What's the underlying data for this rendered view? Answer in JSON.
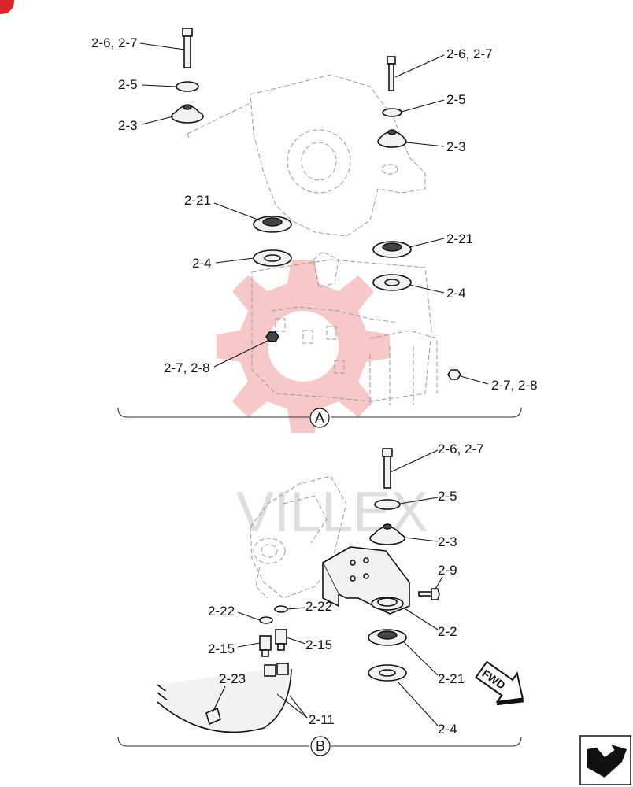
{
  "sections": {
    "a": {
      "marker": "A",
      "labels": {
        "bolt_left": "2-6, 2-7",
        "washer_left": "2-5",
        "cushion_left": "2-3",
        "bolt_right": "2-6, 2-7",
        "washer_right": "2-5",
        "cushion_right": "2-3",
        "mount_left": "2-21",
        "plate_left": "2-4",
        "mount_right": "2-21",
        "plate_right": "2-4",
        "nut_left": "2-7, 2-8",
        "nut_right": "2-7, 2-8"
      }
    },
    "b": {
      "marker": "B",
      "labels": {
        "bolt": "2-6, 2-7",
        "washer": "2-5",
        "cushion": "2-3",
        "screw": "2-9",
        "oring_left": "2-22",
        "oring_right": "2-22",
        "bracket": "2-2",
        "fitting_left": "2-15",
        "fitting_right": "2-15",
        "mount": "2-21",
        "clamp": "2-23",
        "hoses": "2-11",
        "plate": "2-4"
      }
    }
  },
  "direction": {
    "label": "FWD"
  },
  "watermark": {
    "text": "VILLEX"
  },
  "colors": {
    "accent": "#e23b3b",
    "line": "#111111",
    "ghost": "#9a9a9a"
  },
  "icons": {
    "top_left": "badge-icon",
    "bottom_right": "next-page-icon",
    "direction": "fwd-arrow-icon"
  }
}
